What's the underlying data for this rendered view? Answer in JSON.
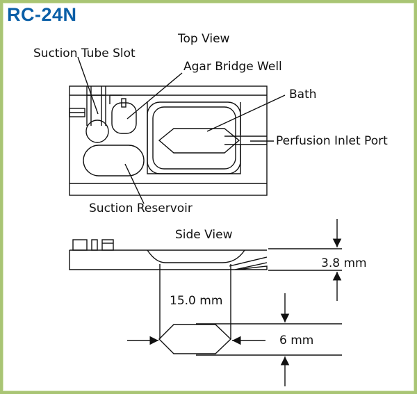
{
  "title": "RC-24N",
  "top_view": {
    "heading": "Top View",
    "labels": {
      "suction_tube_slot": "Suction Tube Slot",
      "agar_bridge_well": "Agar Bridge Well",
      "bath": "Bath",
      "perfusion_inlet_port": "Perfusion Inlet Port",
      "suction_reservoir": "Suction Reservoir"
    }
  },
  "side_view": {
    "heading": "Side View",
    "height_label": "3.8 mm",
    "length_label": "15.0 mm",
    "width_label": "6 mm"
  },
  "colors": {
    "title": "#0a5fa7",
    "border": "#a9c574",
    "line": "#111111"
  }
}
